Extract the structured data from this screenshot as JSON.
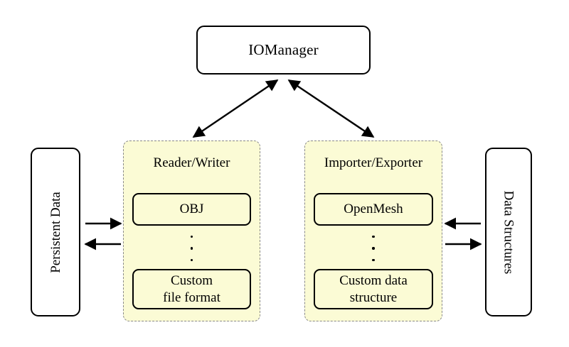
{
  "diagram": {
    "title_node": {
      "label": "IOManager"
    },
    "left_store": {
      "label": "Persistent Data",
      "orientation": "rotated-ccw"
    },
    "right_store": {
      "label": "Data Structures",
      "orientation": "rotated-cw"
    },
    "panels": [
      {
        "id": "reader-writer",
        "title": "Reader/Writer",
        "top_item": "OBJ",
        "ellipsis": "⋮",
        "bottom_item_line1": "Custom",
        "bottom_item_line2": "file format"
      },
      {
        "id": "importer-exporter",
        "title": "Importer/Exporter",
        "top_item": "OpenMesh",
        "ellipsis": "⋮",
        "bottom_item_line1": "Custom data",
        "bottom_item_line2": "structure"
      }
    ],
    "connections": [
      {
        "id": "manager-to-reader-writer",
        "style": "double-headed",
        "direction": "diagonal-down-left"
      },
      {
        "id": "manager-to-importer-exporter",
        "style": "double-headed",
        "direction": "diagonal-down-right"
      },
      {
        "id": "persistent-data-to-reader-writer",
        "style": "single-headed",
        "direction": "right"
      },
      {
        "id": "reader-writer-to-persistent-data",
        "style": "single-headed",
        "direction": "left"
      },
      {
        "id": "data-structures-to-importer-exporter",
        "style": "single-headed",
        "direction": "left"
      },
      {
        "id": "importer-exporter-to-data-structures",
        "style": "single-headed",
        "direction": "right"
      }
    ],
    "colors": {
      "panel_fill": "#fbfbd5",
      "panel_border": "#8a8a8a",
      "stroke": "#000000",
      "background": "#ffffff"
    }
  }
}
